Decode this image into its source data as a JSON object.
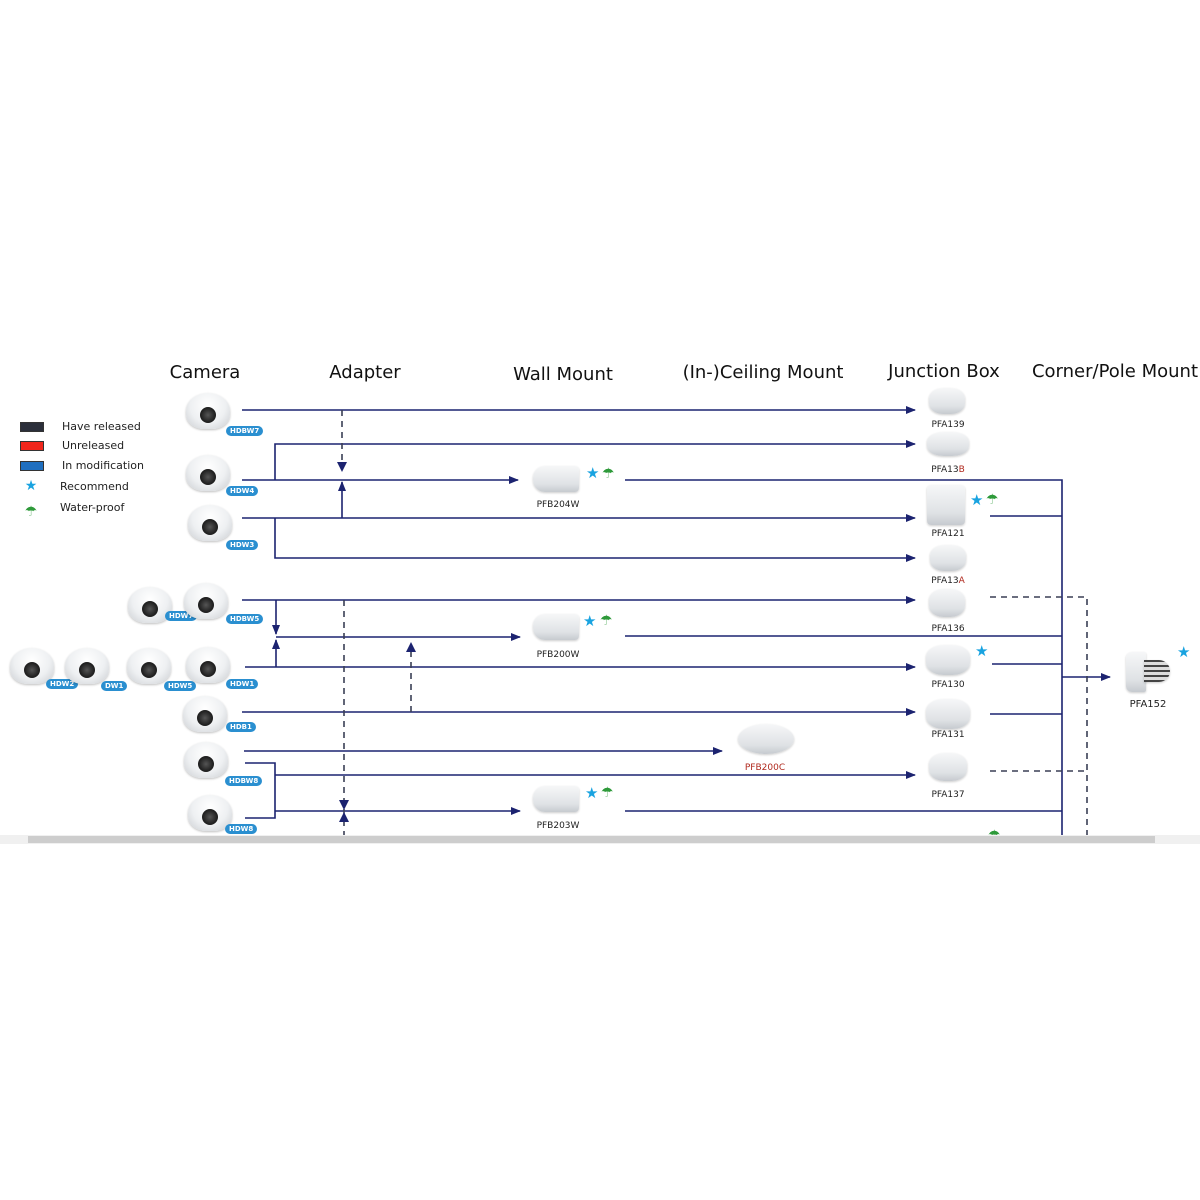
{
  "headers": {
    "camera": "Camera",
    "adapter": "Adapter",
    "wall_mount": "Wall Mount",
    "ceiling_mount": "(In-)Ceiling Mount",
    "junction_box": "Junction Box",
    "corner_pole_mount": "Corner/Pole Mount"
  },
  "legend": {
    "have_released": {
      "label": "Have released",
      "color": "#2b2f3a"
    },
    "unreleased": {
      "label": "Unreleased",
      "color": "#f0261c"
    },
    "in_modification": {
      "label": "In modification",
      "color": "#1f6fc0"
    },
    "recommend": {
      "label": "Recommend",
      "icon": "star-icon"
    },
    "water_proof": {
      "label": "Water-proof",
      "icon": "umbrella-icon"
    }
  },
  "cameras": [
    {
      "badge": "HDBW7"
    },
    {
      "badge": "HDW4"
    },
    {
      "badge": "HDW3"
    },
    {
      "badge": "HDW7"
    },
    {
      "badge": "HDBW5"
    },
    {
      "badge": "HDW2"
    },
    {
      "badge": "DW1"
    },
    {
      "badge": "HDW5"
    },
    {
      "badge": "HDW1"
    },
    {
      "badge": "HDB1"
    },
    {
      "badge": "HDBW8"
    },
    {
      "badge": "HDW8"
    }
  ],
  "wall_mounts": [
    {
      "code": "PFB204W",
      "recommend": true,
      "waterproof": true
    },
    {
      "code": "PFB200W",
      "recommend": true,
      "waterproof": true
    },
    {
      "code": "PFB203W",
      "recommend": true,
      "waterproof": true
    }
  ],
  "ceiling_mounts": [
    {
      "code": "PFB200C",
      "status": "unreleased"
    }
  ],
  "junction_boxes": [
    {
      "code_main": "PFA139",
      "code_suffix": ""
    },
    {
      "code_main": "PFA13",
      "code_suffix": "B"
    },
    {
      "code_main": "PFA121",
      "code_suffix": "",
      "recommend": true,
      "waterproof": true
    },
    {
      "code_main": "PFA13",
      "code_suffix": "A"
    },
    {
      "code_main": "PFA136",
      "code_suffix": ""
    },
    {
      "code_main": "PFA130",
      "code_suffix": "",
      "recommend": true
    },
    {
      "code_main": "PFA131",
      "code_suffix": ""
    },
    {
      "code_main": "PFA137",
      "code_suffix": ""
    }
  ],
  "pole_mounts": [
    {
      "code": "PFA152",
      "recommend": true
    }
  ],
  "symbols": {
    "star": "★",
    "umbrella": "☂"
  },
  "colors": {
    "line": "#1c2370",
    "dash": "#3a3f55",
    "star": "#19a3e0",
    "umbrella": "#2e9a3a",
    "unreleased_text": "#b0291e"
  }
}
